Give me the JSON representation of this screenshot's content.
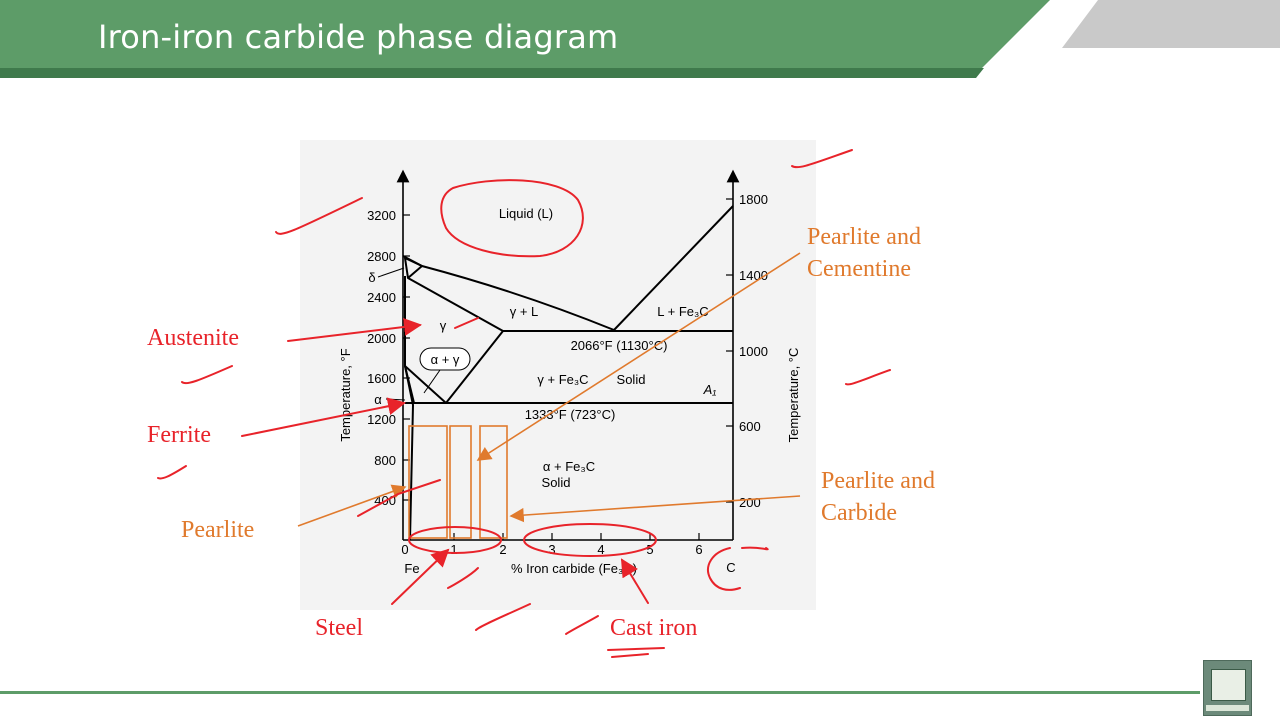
{
  "slide": {
    "title": "Iron-iron carbide phase diagram"
  },
  "diagram": {
    "left_axis": {
      "title": "Temperature, °F",
      "ticks": [
        "3200",
        "2800",
        "2400",
        "2000",
        "1600",
        "1200",
        "800",
        "400"
      ]
    },
    "right_axis": {
      "title": "Temperature, °C",
      "ticks": [
        "1800",
        "1400",
        "1000",
        "600",
        "200"
      ]
    },
    "x_axis": {
      "title": "% Iron carbide (Fe₃C)",
      "ticks": [
        "0",
        "1",
        "2",
        "3",
        "4",
        "5",
        "6"
      ],
      "left_end": "Fe",
      "right_end": "C"
    },
    "regions": {
      "liquid": "Liquid (L)",
      "gamma_l": "γ + L",
      "l_fe3c": "L + Fe₃C",
      "gamma": "γ",
      "delta": "δ",
      "alpha": "α",
      "alpha_gamma": "α + γ",
      "gamma_fe3c": "γ + Fe₃C",
      "solid_upper": "Solid",
      "a1": "A₁",
      "alpha_fe3c": "α + Fe₃C",
      "solid_lower": "Solid",
      "eutectic": "2066°F (1130°C)",
      "eutectoid": "1333°F (723°C)"
    }
  },
  "annotations": {
    "austenite": "Austenite",
    "ferrite": "Ferrite",
    "pearlite": "Pearlite",
    "steel": "Steel",
    "cast_iron": "Cast iron",
    "pearlite_cementine_1": "Pearlite and",
    "pearlite_cementine_2": "Cementine",
    "pearlite_carbide_1": "Pearlite and",
    "pearlite_carbide_2": "Carbide"
  },
  "colors": {
    "header_green": "#5d9c68",
    "annotation_red": "#e8232a",
    "annotation_orange": "#e07a2d",
    "diagram_bg": "#f3f3f3"
  }
}
